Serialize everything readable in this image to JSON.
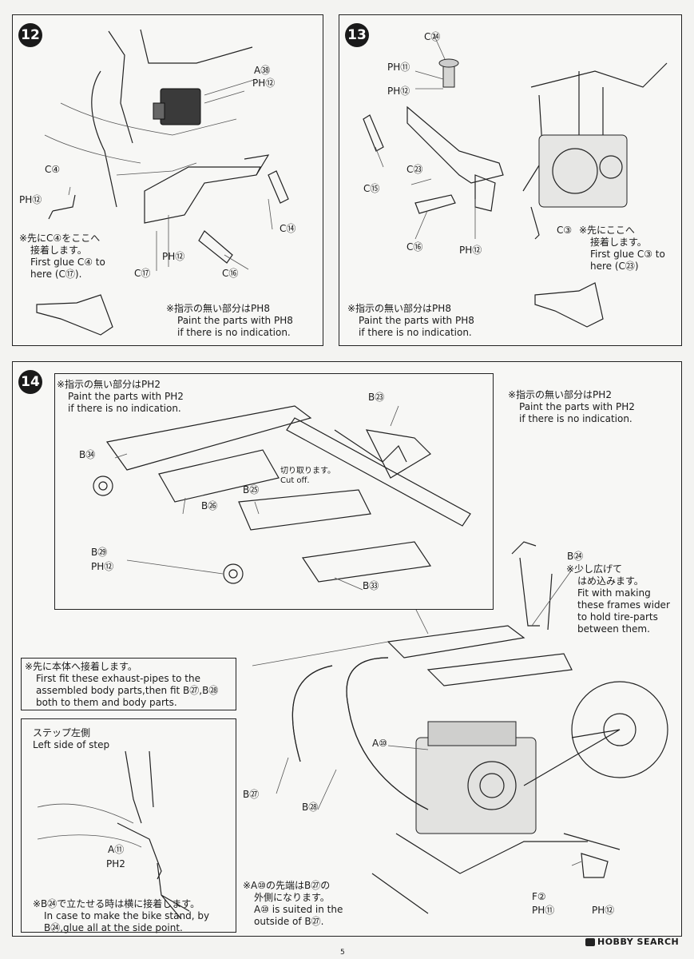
{
  "step12": {
    "number": "12",
    "labels": [
      "A㊳",
      "PH⑫",
      "C④",
      "PH⑫",
      "C⑭",
      "PH⑫",
      "C⑰",
      "C⑯"
    ],
    "note_glue": [
      "※先にC④をここへ",
      "接着します。",
      "First glue C④ to",
      "here (C⑰)."
    ],
    "note_paint": [
      "※指示の無い部分はPH8",
      "Paint the parts with PH8",
      "if there is no indication."
    ]
  },
  "step13": {
    "number": "13",
    "labels": [
      "C㉔",
      "PH⑪",
      "PH⑫",
      "C⑮",
      "C㉓",
      "C⑯",
      "PH⑫",
      "C③"
    ],
    "note_glue": [
      "※先にここへ",
      "接着します。",
      "First glue C③ to",
      "here (C㉓)"
    ],
    "note_paint": [
      "※指示の無い部分はPH8",
      "Paint the parts with PH8",
      "if there is no indication."
    ]
  },
  "step14": {
    "number": "14",
    "inset_note": [
      "※指示の無い部分はPH2",
      "Paint the parts with PH2",
      "if there is no indication."
    ],
    "right_note": [
      "※指示の無い部分はPH2",
      "Paint the parts with PH2",
      "if there is no indication."
    ],
    "inset_labels": [
      "B㉓",
      "B㉞",
      "B㉖",
      "B㉕",
      "B㉙",
      "PH⑫",
      "B㉝"
    ],
    "cut_note": [
      "切り取ります。",
      "Cut off."
    ],
    "b24_label": "B㉔",
    "b24_note": [
      "※少し広げて",
      "はめ込みます。",
      "Fit with making",
      "these frames wider",
      "to hold tire-parts",
      "between them."
    ],
    "body_note": [
      "※先に本体へ接着します。",
      "First fit these exhaust-pipes to the",
      "assembled body parts,then fit B㉗,B㉘",
      "both to them and body parts."
    ],
    "step_side": [
      "ステップ左側",
      "Left side of step"
    ],
    "side_labels": [
      "A⑪",
      "PH2"
    ],
    "stand_note": [
      "※B㉔で立たせる時は横に接着します。",
      "In case to make the bike stand, by",
      "B㉔,glue all at the side point."
    ],
    "main_labels": [
      "A⑩",
      "B㉗",
      "B㉘",
      "F②",
      "PH⑪",
      "PH⑫"
    ],
    "a10_note": [
      "※A⑩の先端はB㉗の",
      "外側になります。",
      "A⑩ is suited in the",
      "outside of B㉗."
    ]
  },
  "footer": {
    "page": "5",
    "logo": "HOBBY SEARCH"
  }
}
